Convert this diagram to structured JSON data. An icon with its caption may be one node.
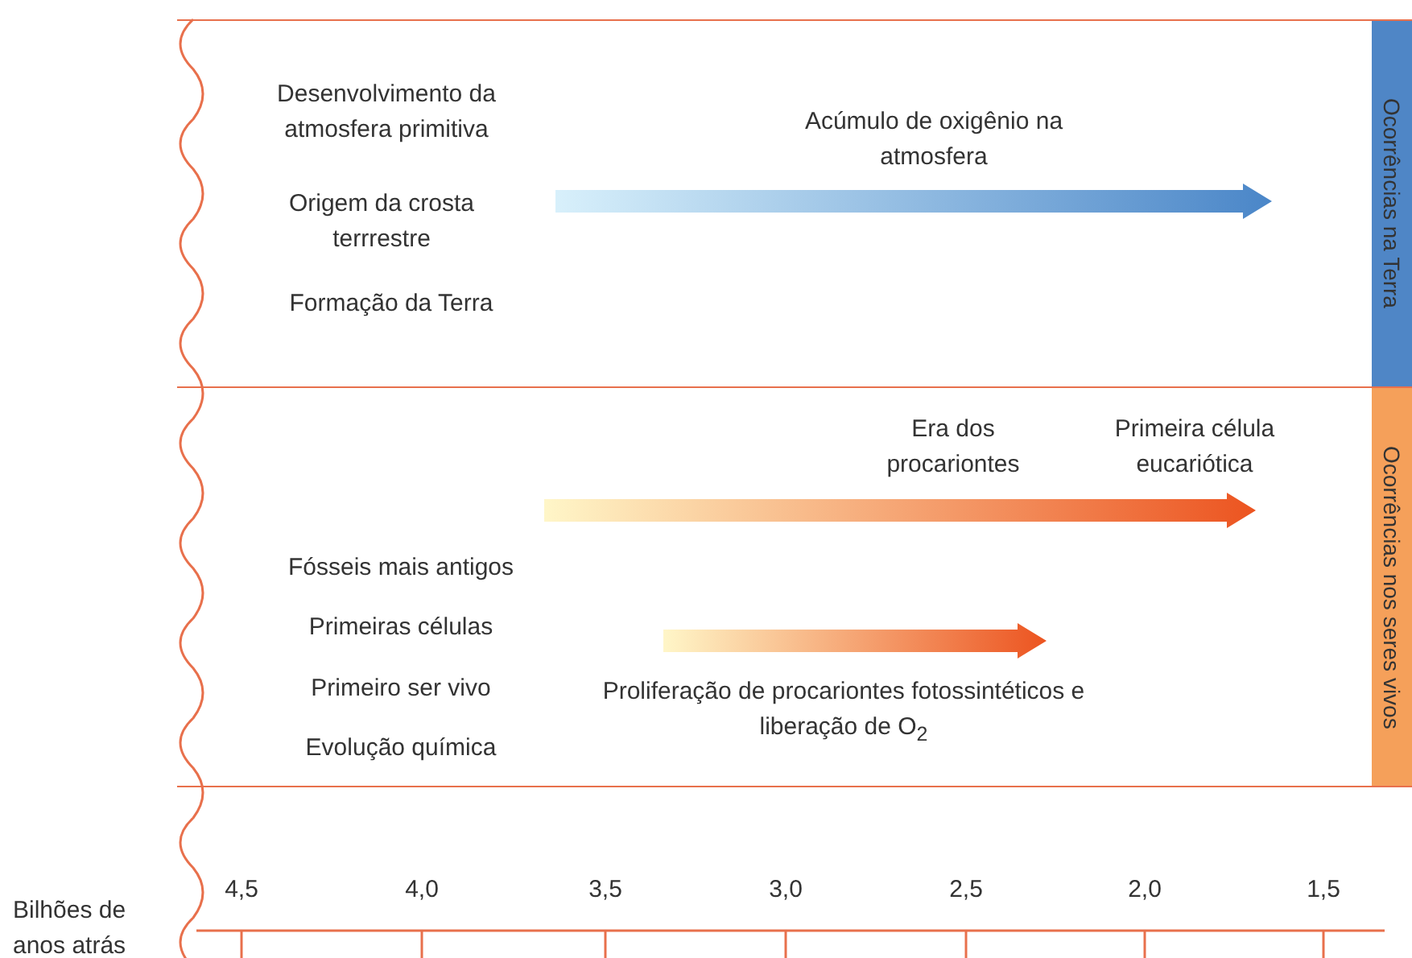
{
  "diagram": {
    "nodes": [
      {
        "text": [
          "Ocorrências na Terra"
        ]
      },
      {
        "text": [
          "Ocorrências nos seres vivos"
        ]
      }
    ],
    "labels": [
      "Desenvolvimento da atmosfera primitiva",
      "Acúmulo de oxigênio na atmosfera",
      "Origem da crosta terrrestre",
      "Formação da Terra",
      "Era dos procariontes",
      "Primeira célula eucariótica",
      "Fósseis mais antigos",
      "Primeiras células",
      "Primeiro ser vivo",
      "Evolução química",
      "Proliferação de procariontes fotossintéticos e liberação de O$_{2}$",
      "Bilhões de anos atrás",
      "4,5",
      "4,0",
      "3,5",
      "3,0",
      "2,5",
      "2,0",
      "1,5"
    ]
  }
}
